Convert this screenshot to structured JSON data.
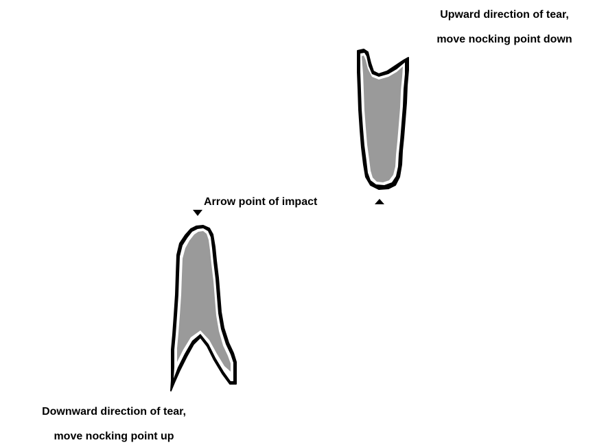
{
  "labels": {
    "upward_line1": "Upward direction of tear,",
    "upward_line2": "move nocking point down",
    "impact": "Arrow point of impact",
    "downward_line1": "Downward direction of tear,",
    "downward_line2": "move nocking point up"
  },
  "icons": {
    "impact_marker_left": "triangle-down-icon",
    "impact_marker_right": "triangle-up-icon"
  },
  "colors": {
    "tear_fill": "#9a9a9a",
    "tear_outline": "#000000",
    "tear_inner_line": "#ffffff",
    "background": "#ffffff"
  }
}
